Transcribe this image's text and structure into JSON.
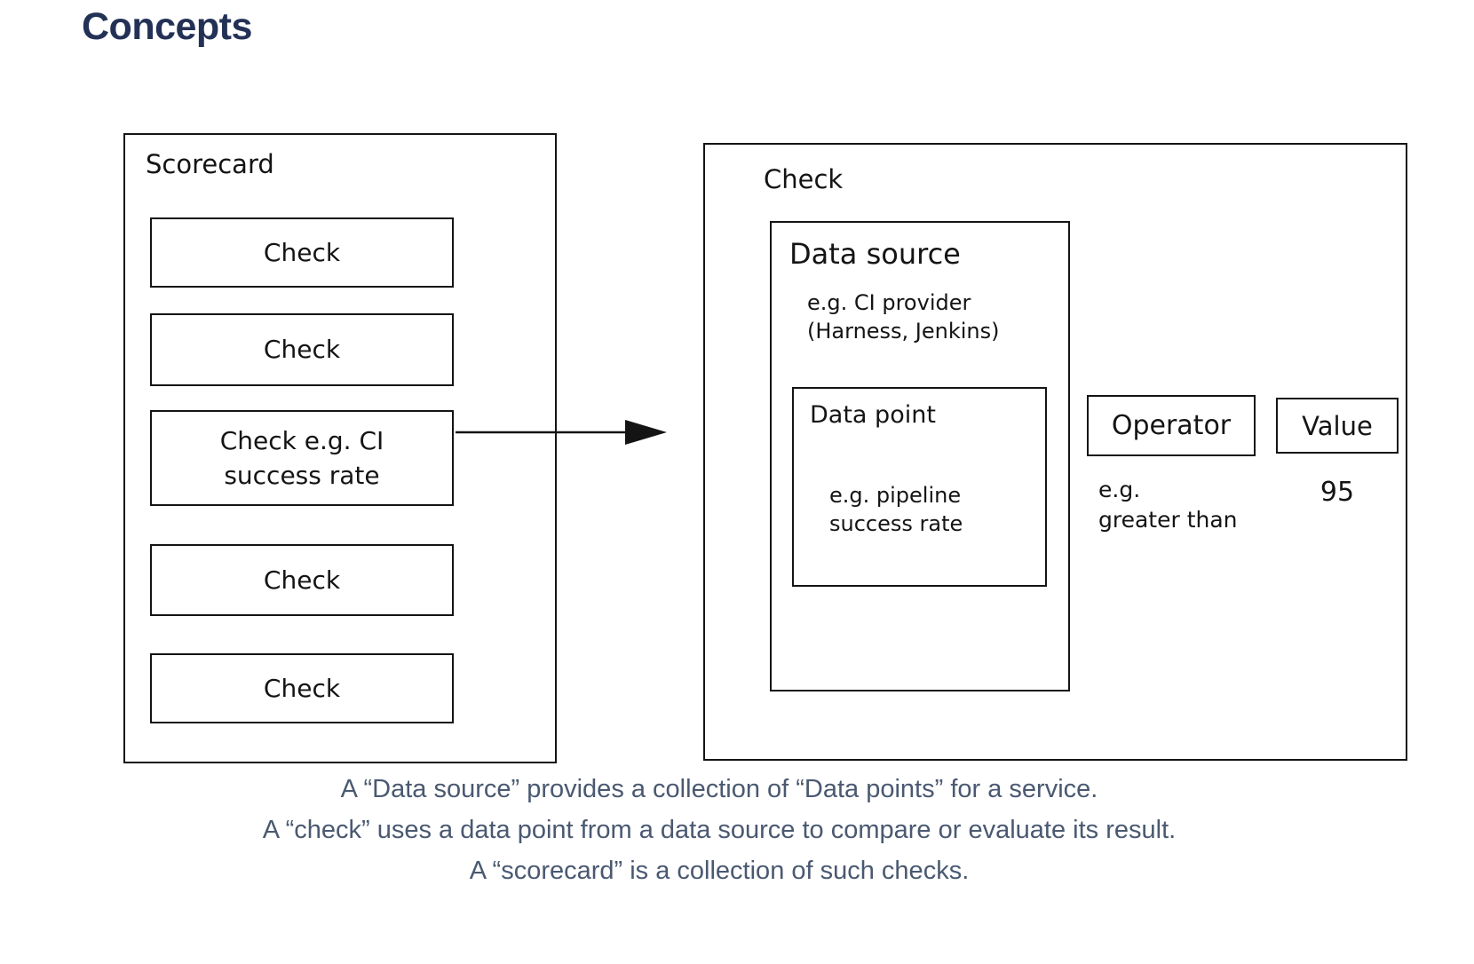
{
  "page": {
    "title": "Concepts"
  },
  "colors": {
    "title_text": "#243156",
    "caption_text": "#4a5971",
    "diagram_stroke": "#141414",
    "background": "#ffffff"
  },
  "scorecard": {
    "label": "Scorecard",
    "checks": [
      {
        "label": "Check"
      },
      {
        "label": "Check"
      },
      {
        "label": "Check e.g. CI\nsuccess rate"
      },
      {
        "label": "Check"
      },
      {
        "label": "Check"
      }
    ]
  },
  "arrow": {
    "direction": "right"
  },
  "check_detail": {
    "label": "Check",
    "data_source": {
      "label": "Data source",
      "example": "e.g. CI provider\n(Harness, Jenkins)",
      "data_point": {
        "label": "Data point",
        "example": "e.g. pipeline\nsuccess rate"
      }
    },
    "operator": {
      "label": "Operator",
      "example": "e.g.\ngreater than"
    },
    "value": {
      "label": "Value",
      "example": "95"
    }
  },
  "caption": {
    "lines": [
      "A “Data source” provides a collection of “Data points” for a service.",
      "A “check” uses a data point from a data source to compare or evaluate its result.",
      "A “scorecard” is a collection of such checks."
    ]
  }
}
